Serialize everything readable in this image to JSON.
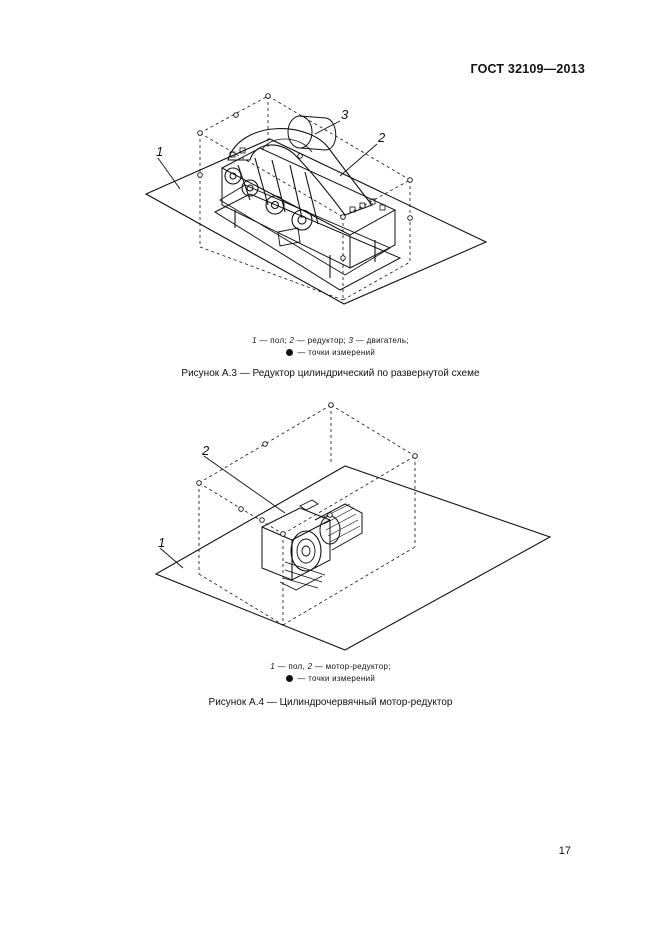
{
  "header": {
    "standard": "ГОСТ 32109—2013"
  },
  "figure_a3": {
    "labels": {
      "one": "1",
      "two": "2",
      "three": "3"
    },
    "legend_line1_n1": "1",
    "legend_line1_t1": " — пол; ",
    "legend_line1_n2": "2",
    "legend_line1_t2": " —  редуктор; ",
    "legend_line1_n3": "3",
    "legend_line1_t3": " — двигатель;",
    "legend_line2": " — точки измерений",
    "caption": "Рисунок А.3 — Редуктор цилиндрический по развернутой схеме"
  },
  "figure_a4": {
    "labels": {
      "one": "1",
      "two": "2"
    },
    "legend_line1_n1": "1",
    "legend_line1_t1": " —  пол, ",
    "legend_line1_n2": "2",
    "legend_line1_t2": " — мотор-редуктор;",
    "legend_line2": " — точки измерений",
    "caption": "Рисунок А.4 — Цилиндрочервячный мотор-редуктор"
  },
  "footer": {
    "page_number": "17"
  }
}
